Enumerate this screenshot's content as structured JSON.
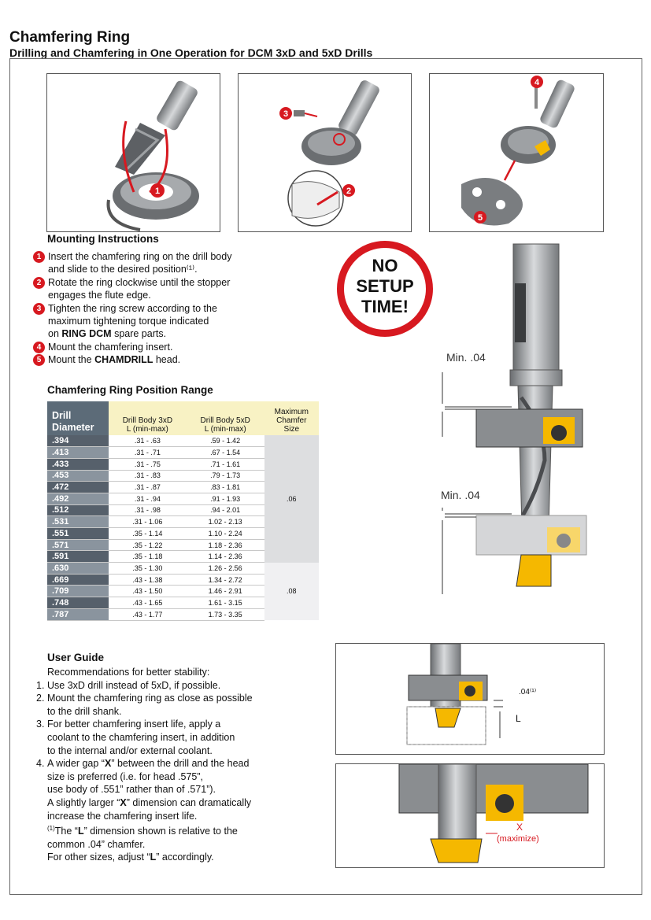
{
  "header": {
    "title": "Chamfering Ring",
    "subtitle": "Drilling and Chamfering in One Operation for DCM 3xD and 5xD Drills"
  },
  "callouts": [
    "1",
    "2",
    "3",
    "4",
    "5"
  ],
  "mounting": {
    "heading": "Mounting Instructions",
    "steps": [
      {
        "num": "1",
        "lines": [
          "Insert the chamfering ring on the drill body",
          "and slide to the desired position⁽¹⁾."
        ]
      },
      {
        "num": "2",
        "lines": [
          "Rotate the ring clockwise until the stopper",
          "engages the flute edge."
        ]
      },
      {
        "num": "3",
        "lines": [
          "Tighten the ring screw according to the",
          "maximum tightening torque indicated"
        ],
        "pre": "on ",
        "bold": "RING DCM",
        "post": " spare parts."
      },
      {
        "num": "4",
        "lines": [
          "Mount the chamfering insert."
        ]
      },
      {
        "num": "5",
        "pre": "Mount the ",
        "bold": "CHAMDRILL",
        "post": " head."
      }
    ]
  },
  "badge": {
    "line1": "NO",
    "line2": "SETUP",
    "line3": "TIME!"
  },
  "dims": {
    "min1": "Min. .04",
    "min2": "Min. .04",
    "gap": ".04⁽¹⁾",
    "l": "L",
    "x": "X",
    "x_note": "(maximize)"
  },
  "table": {
    "heading": "Chamfering Ring Position Range",
    "col_drill": "Drill Diameter",
    "col_drill_l1": "Drill",
    "col_drill_l2": "Diameter",
    "col_3xd_l1": "Drill Body 3xD",
    "col_3xd_l2": "L (min-max)",
    "col_5xd_l1": "Drill Body 5xD",
    "col_5xd_l2": "L (min-max)",
    "col_max_l1": "Maximum",
    "col_max_l2": "Chamfer",
    "col_max_l3": "Size",
    "group1_max": ".06",
    "group2_max": ".08",
    "rows": [
      {
        "d": ".394",
        "l3": ".31 - .63",
        "l5": ".59 - 1.42"
      },
      {
        "d": ".413",
        "l3": ".31 - .71",
        "l5": ".67 - 1.54"
      },
      {
        "d": ".433",
        "l3": ".31 - .75",
        "l5": ".71 - 1.61"
      },
      {
        "d": ".453",
        "l3": ".31 - .83",
        "l5": ".79 - 1.73"
      },
      {
        "d": ".472",
        "l3": ".31 - .87",
        "l5": ".83 - 1.81"
      },
      {
        "d": ".492",
        "l3": ".31 - .94",
        "l5": ".91 - 1.93"
      },
      {
        "d": ".512",
        "l3": ".31 - .98",
        "l5": ".94 - 2.01"
      },
      {
        "d": ".531",
        "l3": ".31 - 1.06",
        "l5": "1.02 - 2.13"
      },
      {
        "d": ".551",
        "l3": ".35 - 1.14",
        "l5": "1.10 - 2.24"
      },
      {
        "d": ".571",
        "l3": ".35 - 1.22",
        "l5": "1.18 - 2.36"
      },
      {
        "d": ".591",
        "l3": ".35 - 1.18",
        "l5": "1.14 - 2.36"
      },
      {
        "d": ".630",
        "l3": ".35 - 1.30",
        "l5": "1.26 - 2.56"
      },
      {
        "d": ".669",
        "l3": ".43 - 1.38",
        "l5": "1.34 - 2.72"
      },
      {
        "d": ".709",
        "l3": ".43 - 1.50",
        "l5": "1.46 - 2.91"
      },
      {
        "d": ".748",
        "l3": ".43 - 1.65",
        "l5": "1.61 - 3.15"
      },
      {
        "d": ".787",
        "l3": ".43 - 1.77",
        "l5": "1.73 - 3.35"
      }
    ]
  },
  "guide": {
    "heading": "User Guide",
    "intro": "Recommendations for better stability:",
    "i1_n": "1.",
    "i1": "Use 3xD drill instead of 5xD, if possible.",
    "i2_n": "2.",
    "i2a": "Mount the chamfering ring as close as possible",
    "i2b": "to the drill shank.",
    "i3_n": "3.",
    "i3a": "For better chamfering insert life, apply a",
    "i3b": "coolant to the chamfering insert, in addition",
    "i3c": "to the internal and/or external coolant.",
    "i4_n": "4.",
    "i4a_pre": "A wider gap “",
    "i4a_x": "X",
    "i4a_post": "” between the drill and the head",
    "i4b": "size is preferred (i.e. for head .575”,",
    "i4c": "use body of .551” rather than of .571”).",
    "i4d_pre": "A slightly larger “",
    "i4d_x": "X",
    "i4d_post": "” dimension can dramatically",
    "i4e": "increase the chamfering insert life.",
    "note_sup": "(1)",
    "note_pre": "The “",
    "note_l": "L",
    "note_post": "” dimension shown is relative to the",
    "note2": "common .04” chamfer.",
    "note3_pre": "For other sizes, adjust “",
    "note3_l": "L",
    "note3_post": "” accordingly."
  },
  "colors": {
    "accent": "#d71920",
    "table_dark": "#56606b",
    "table_light": "#8a949e",
    "insert": "#f5b800"
  }
}
